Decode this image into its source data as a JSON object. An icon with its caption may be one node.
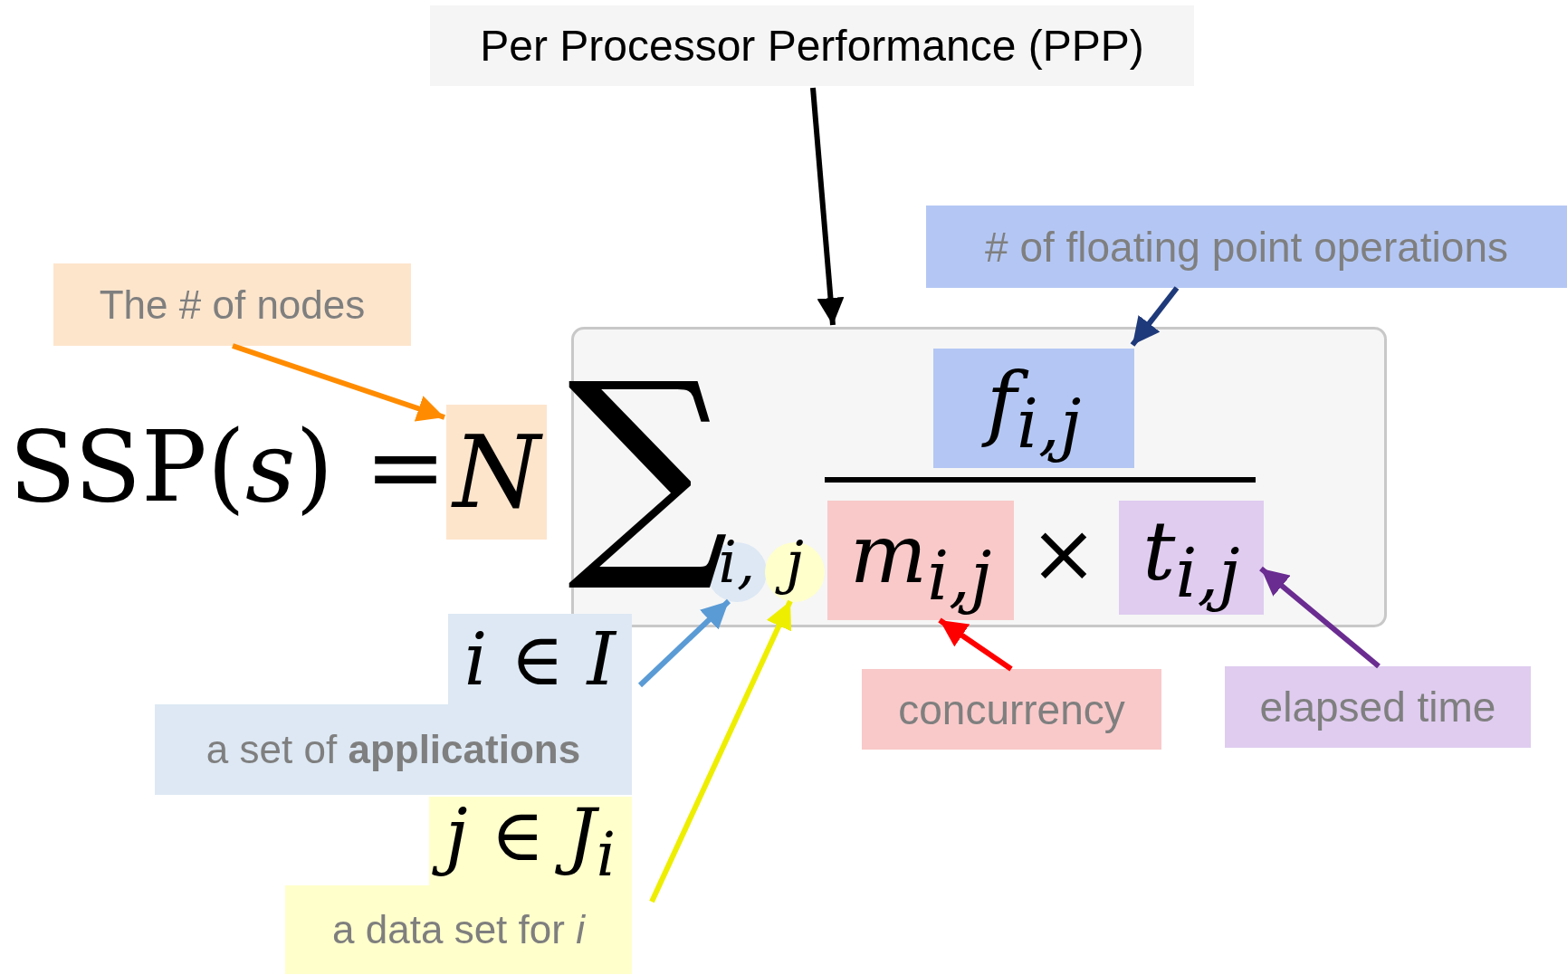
{
  "diagram": {
    "nodes": [
      {
        "text": [
          "Per Processor Performance (PPP)"
        ]
      },
      {
        "text": [],
        "shape": "box"
      },
      {
        "text": [
          "The # of nodes"
        ]
      },
      {
        "text": [
          "N"
        ]
      },
      {
        "text": [
          "# of floating point operations"
        ]
      },
      {
        "text": [
          "f$_{i,j}$"
        ],
        "in": 1
      },
      {
        "text": [
          "concurrency"
        ]
      },
      {
        "text": [
          "m$_{i,j}$"
        ],
        "in": 1
      },
      {
        "text": [
          "elapsed time"
        ]
      },
      {
        "text": [
          "t$_{i,j}$"
        ],
        "in": 1
      },
      {
        "text": [
          "i ∈ I",
          "a set of **applications**"
        ]
      },
      {
        "text": [
          "i,"
        ],
        "in": 1
      },
      {
        "text": [
          "j"
        ],
        "in": 1
      },
      {
        "text": [
          "j ∈ J$_{i}$",
          "a data set for *i*"
        ]
      }
    ],
    "edges": [
      {
        "from": 0,
        "to": 1,
        "arrow": "to"
      },
      {
        "from": 2,
        "to": 3,
        "arrow": "to",
        "color": "#ff8c00"
      },
      {
        "from": 4,
        "to": 5,
        "arrow": "to",
        "color": "#1f3a7a"
      },
      {
        "from": 6,
        "to": 7,
        "arrow": "to",
        "color": "#ff0000"
      },
      {
        "from": 8,
        "to": 9,
        "arrow": "to",
        "color": "#6a2c91"
      },
      {
        "from": 10,
        "to": 11,
        "arrow": "to",
        "color": "#5b9bd5"
      },
      {
        "from": 13,
        "to": 12,
        "arrow": "to",
        "color": "#eeee00"
      }
    ],
    "labels": [
      "SSP(*s*) =",
      "∑",
      "×"
    ]
  }
}
